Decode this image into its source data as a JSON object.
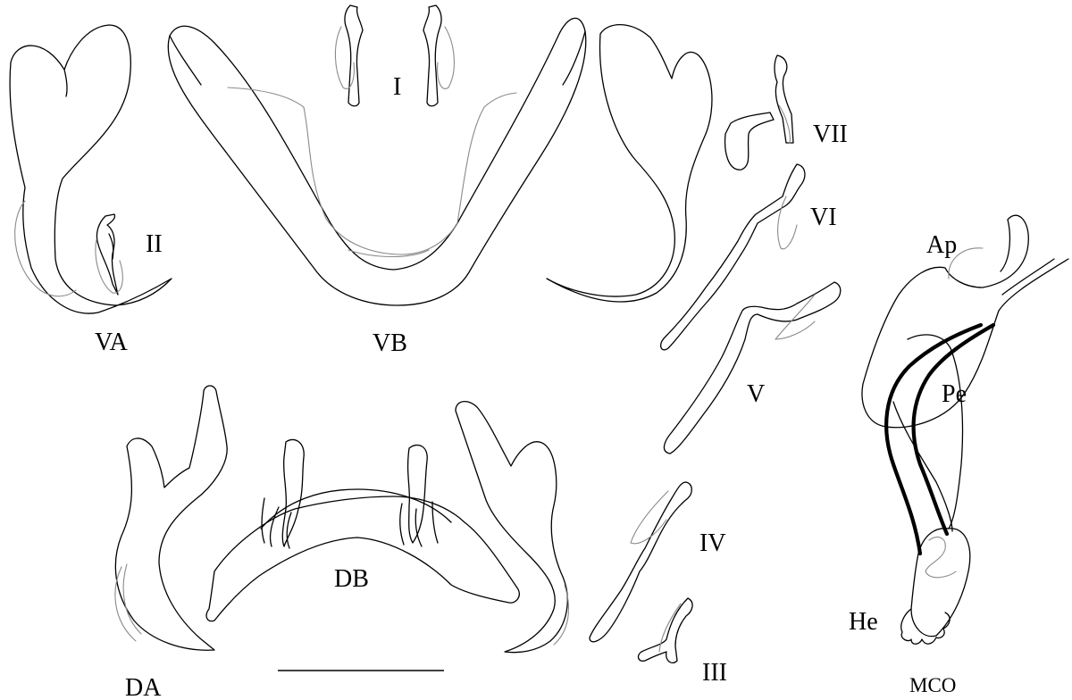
{
  "figure": {
    "colors": {
      "outline": "#000000",
      "faint": "#8a8a8a",
      "background": "#ffffff"
    },
    "labels": {
      "I": "I",
      "II": "II",
      "III": "III",
      "IV": "IV",
      "V": "V",
      "VI": "VI",
      "VII": "VII",
      "VA": "VA",
      "VB": "VB",
      "DA": "DA",
      "DB": "DB",
      "Ap": "Ap",
      "Pe": "Pe",
      "He": "He",
      "MCO": "MCO"
    }
  }
}
